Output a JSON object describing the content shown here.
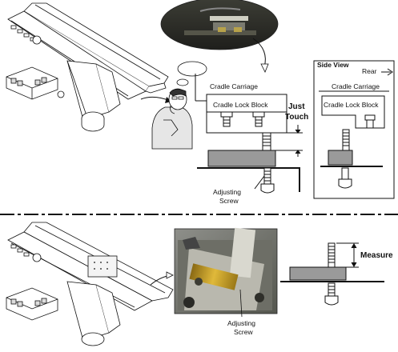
{
  "labels": {
    "cradle_carriage": "Cradle Carriage",
    "cradle_lock_block": "Cradle Lock Block",
    "just": "Just",
    "touch": "Touch",
    "adjusting": "Adjusting",
    "screw": "Screw",
    "side_view": "Side View",
    "rear": "Rear",
    "side_cradle_carriage": "Cradle Carriage",
    "side_cradle_lock_block": "Cradle Lock Block",
    "measure": "Measure",
    "adjusting_bottom": "Adjusting",
    "screw_bottom": "Screw"
  },
  "icons": {
    "rear_arrow": "right-arrow-icon"
  },
  "colors": {
    "line": "#111111",
    "block_gray": "#9a9a9a",
    "photo_dark": "#3a3a36",
    "brass": "#c9a227"
  }
}
